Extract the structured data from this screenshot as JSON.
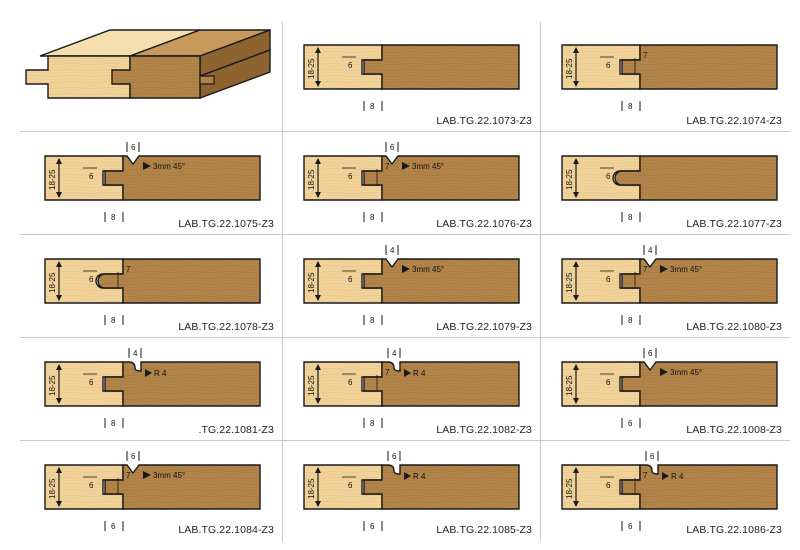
{
  "colors": {
    "light_wood": "#f1d39a",
    "dark_wood": "#b28449",
    "outline": "#1a1a1a",
    "grid": "#c8c8c8"
  },
  "dims": {
    "thickness": "18-25",
    "depth_6": "6",
    "depth_7": "7",
    "depth_8": "8",
    "v_label": "3mm 45°",
    "r_label": "R 4",
    "top_4": "4",
    "top_6": "6"
  },
  "cells": [
    {
      "id": "hero"
    },
    {
      "id": "1073",
      "code": "LAB.TG.22.1073-Z3",
      "v": false,
      "r": false,
      "seven": false,
      "bottom": "8",
      "topmark": ""
    },
    {
      "id": "1074",
      "code": "LAB.TG.22.1074-Z3",
      "v": false,
      "r": false,
      "seven": true,
      "bottom": "8",
      "topmark": ""
    },
    {
      "id": "1075",
      "code": "LAB.TG.22.1075-Z3",
      "v": true,
      "r": false,
      "seven": false,
      "bottom": "8",
      "topmark": "6"
    },
    {
      "id": "1076",
      "code": "LAB.TG.22.1076-Z3",
      "v": true,
      "r": false,
      "seven": true,
      "bottom": "8",
      "topmark": "6"
    },
    {
      "id": "1077",
      "code": "LAB.TG.22.1077-Z3",
      "v": false,
      "r": false,
      "seven": false,
      "round": true,
      "bottom": "8",
      "topmark": ""
    },
    {
      "id": "1078",
      "code": "LAB.TG.22.1078-Z3",
      "v": false,
      "r": false,
      "seven": true,
      "round": true,
      "bottom": "8",
      "topmark": ""
    },
    {
      "id": "1079",
      "code": "LAB.TG.22.1079-Z3",
      "v": true,
      "r": false,
      "seven": false,
      "bottom": "8",
      "topmark": "4"
    },
    {
      "id": "1080",
      "code": "LAB.TG.22.1080-Z3",
      "v": true,
      "r": false,
      "seven": true,
      "bottom": "8",
      "topmark": "4"
    },
    {
      "id": "1081",
      "code": ".TG.22.1081-Z3",
      "v": false,
      "r": true,
      "seven": false,
      "bottom": "8",
      "topmark": "4"
    },
    {
      "id": "1082",
      "code": "LAB.TG.22.1082-Z3",
      "v": false,
      "r": true,
      "seven": true,
      "bottom": "8",
      "topmark": "4"
    },
    {
      "id": "1008",
      "code": "LAB.TG.22.1008-Z3",
      "v": true,
      "r": false,
      "seven": false,
      "bottom": "6",
      "topmark": "6",
      "step": true
    },
    {
      "id": "1084",
      "code": "LAB.TG.22.1084-Z3",
      "v": true,
      "r": false,
      "seven": true,
      "bottom": "6",
      "topmark": "6",
      "step": true
    },
    {
      "id": "1085",
      "code": "LAB.TG.22.1085-Z3",
      "v": false,
      "r": true,
      "seven": false,
      "bottom": "6",
      "topmark": "6",
      "step": true
    },
    {
      "id": "1086",
      "code": "LAB.TG.22.1086-Z3",
      "v": false,
      "r": true,
      "seven": true,
      "bottom": "6",
      "topmark": "6",
      "step": true
    }
  ]
}
